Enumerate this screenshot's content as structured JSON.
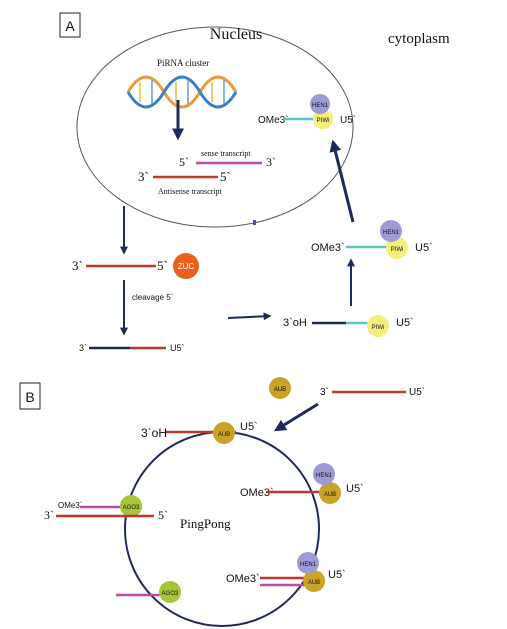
{
  "panel_a": {
    "label": "A",
    "nucleus_title": "Nucleus",
    "cytoplasm_title": "cytoplasm",
    "pirna_cluster": "PiRNA cluster",
    "sense_transcript": "sense transcript",
    "antisense_transcript": "Antisense transcript",
    "end_5": "5`",
    "end_3": "3`",
    "zuc": "ZUC",
    "cleavage": "cleavage 5`",
    "u5": "U5`",
    "oh_3": "3`oH",
    "ome3": "OMe3`",
    "piwi": "PIWi",
    "hen1": "HEN1"
  },
  "panel_b": {
    "label": "B",
    "aub": "AUB",
    "ago3": "AGO3",
    "hen1": "HEN1",
    "pingpong": "PingPong",
    "end_3": "3`",
    "end_5": "5`",
    "u5": "U5`",
    "oh_3": "3`oH",
    "ome3": "OMe3`"
  },
  "colors": {
    "strand_red": "#c0392b",
    "strand_navy": "#1f2a5c",
    "strand_cyan": "#5fc4c8",
    "strand_magenta": "#b84da6",
    "zuc_orange": "#e8621c",
    "piwi_yellow": "#f4ef7a",
    "hen1_lavender": "#9c9bd6",
    "aub_gold": "#c9a227",
    "ago3_green": "#a8c43a",
    "arrow_navy": "#1f2a5c"
  }
}
